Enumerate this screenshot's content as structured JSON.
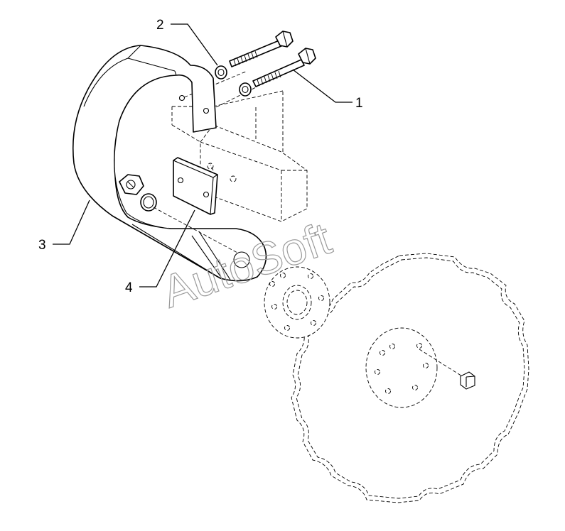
{
  "callouts": [
    {
      "id": "1",
      "label": "1"
    },
    {
      "id": "2",
      "label": "2"
    },
    {
      "id": "3",
      "label": "3"
    },
    {
      "id": "4",
      "label": "4"
    }
  ],
  "watermark": "AutoSoft",
  "colors": {
    "line": "#000000",
    "watermark": "#9a9a9a",
    "background": "#ffffff"
  }
}
